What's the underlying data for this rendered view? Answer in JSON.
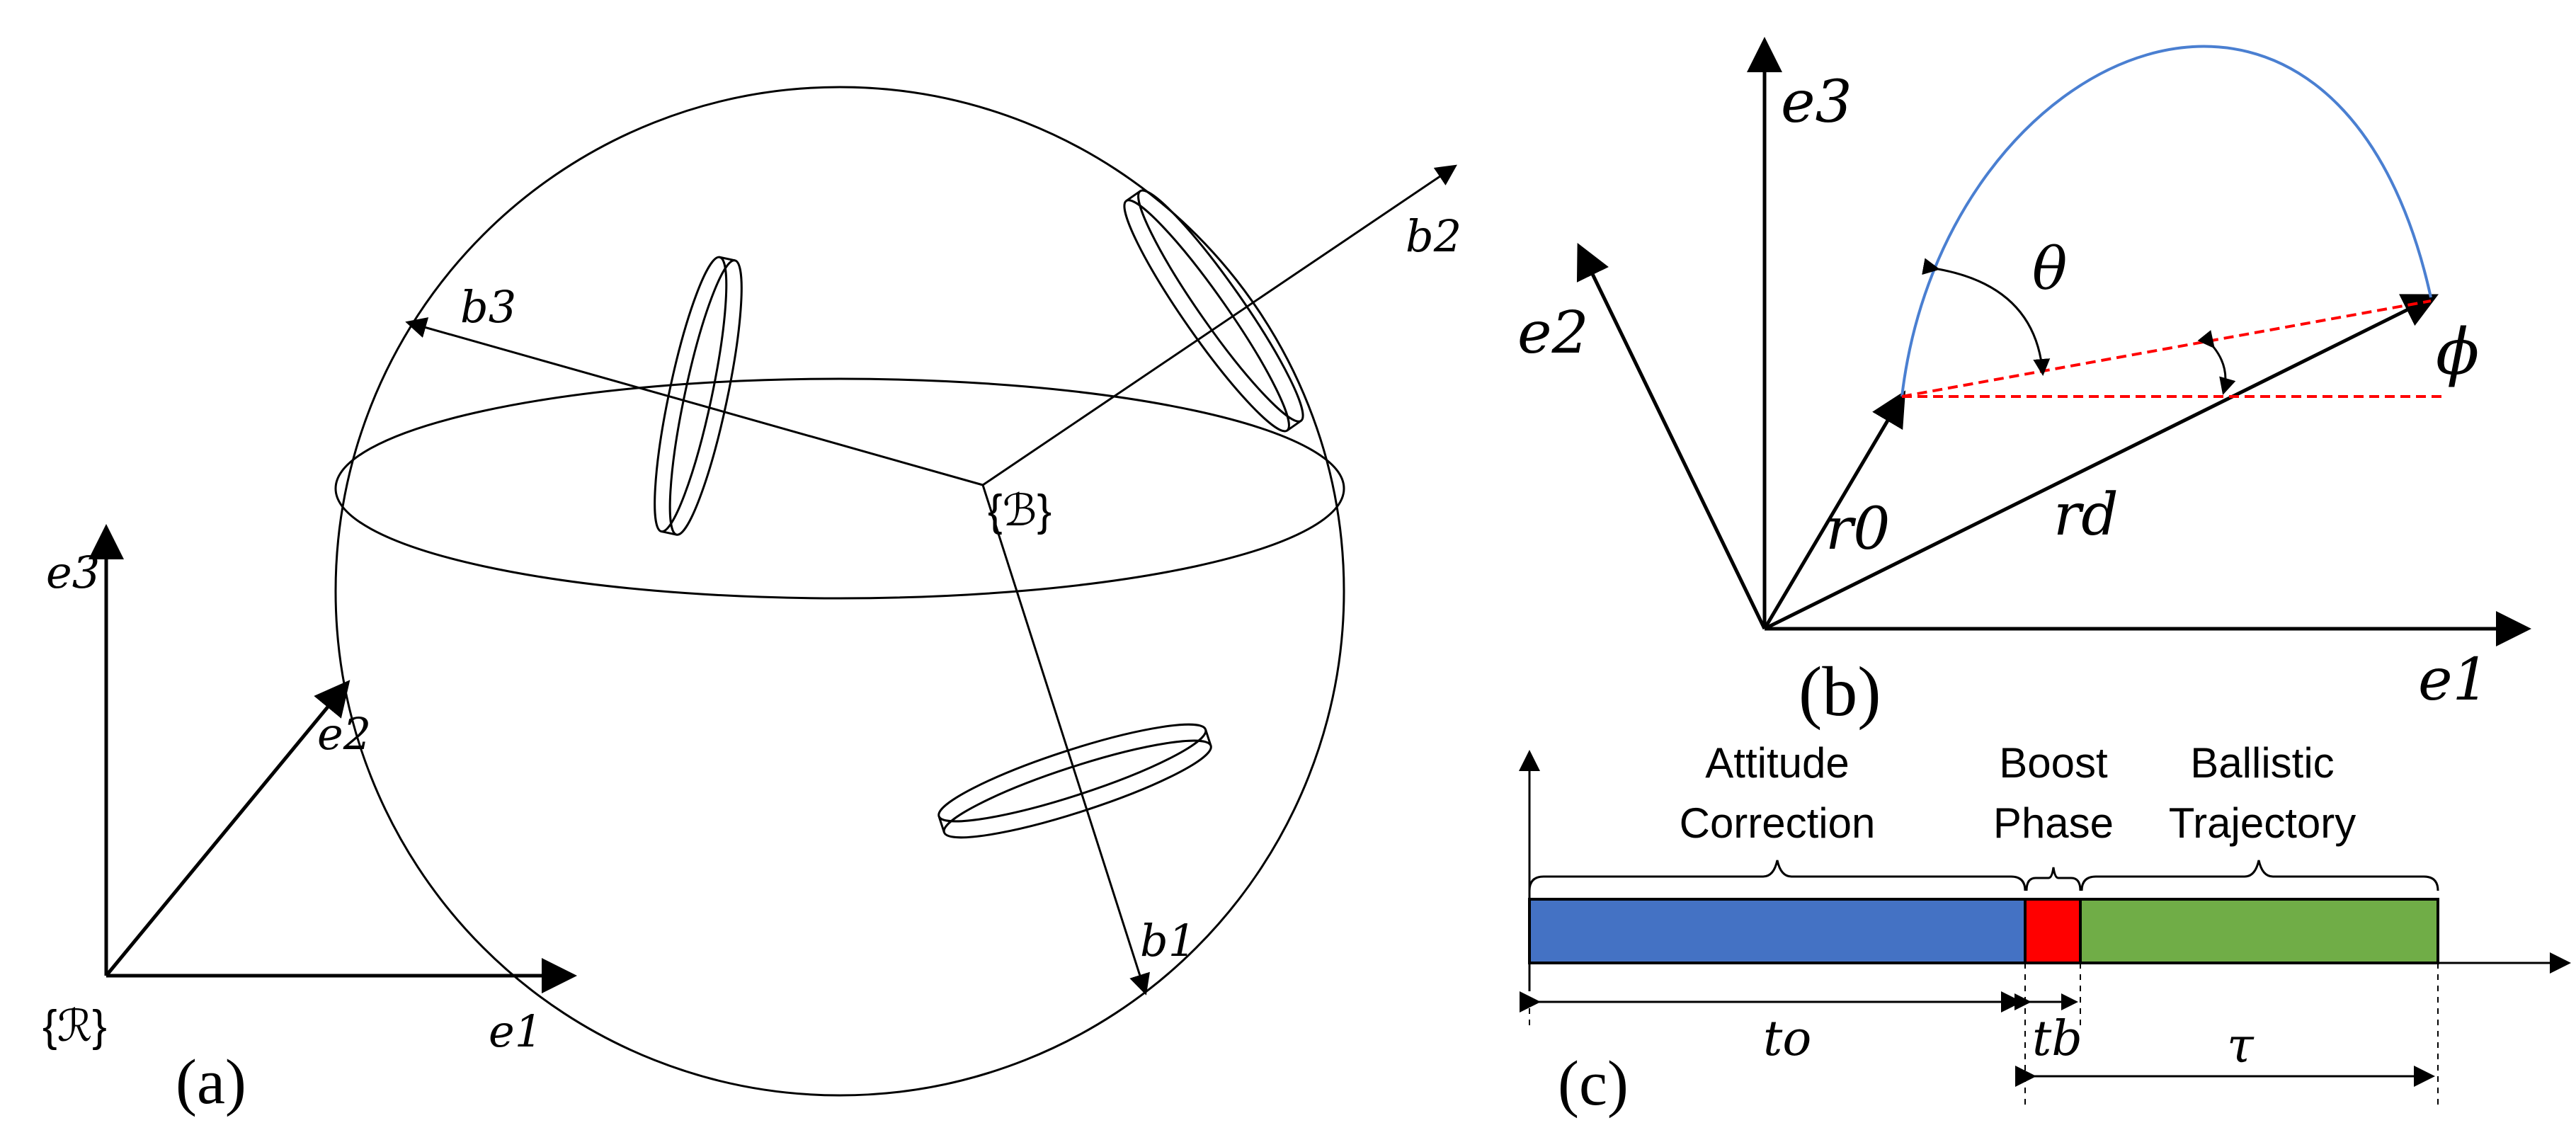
{
  "panel_a": {
    "label": "(a)",
    "frame_R": "{ℛ}",
    "frame_B": "{ℬ}",
    "axes_R": {
      "e1": "e1",
      "e2": "e2",
      "e3": "e3"
    },
    "body_axes": {
      "b1": "b1",
      "b2": "b2",
      "b3": "b3"
    }
  },
  "panel_b": {
    "label": "(b)",
    "axes": {
      "e1": "e1",
      "e2": "e2",
      "e3": "e3"
    },
    "theta": "θ",
    "phi": "ϕ",
    "r0": "r0",
    "rd": "rd",
    "colors": {
      "trajectory": "#4a7fd1",
      "reference": "#ff0000"
    }
  },
  "panel_c": {
    "label": "(c)",
    "phase_labels": {
      "attitude_line1": "Attitude",
      "attitude_line2": "Correction",
      "boost_line1": "Boost",
      "boost_line2": "Phase",
      "ballistic_line1": "Ballistic",
      "ballistic_line2": "Trajectory"
    },
    "durations": {
      "to": "to",
      "tb": "tb",
      "tau": "τ"
    },
    "colors": {
      "attitude": "#4472c4",
      "boost": "#ff0000",
      "ballistic": "#70ad47"
    }
  }
}
